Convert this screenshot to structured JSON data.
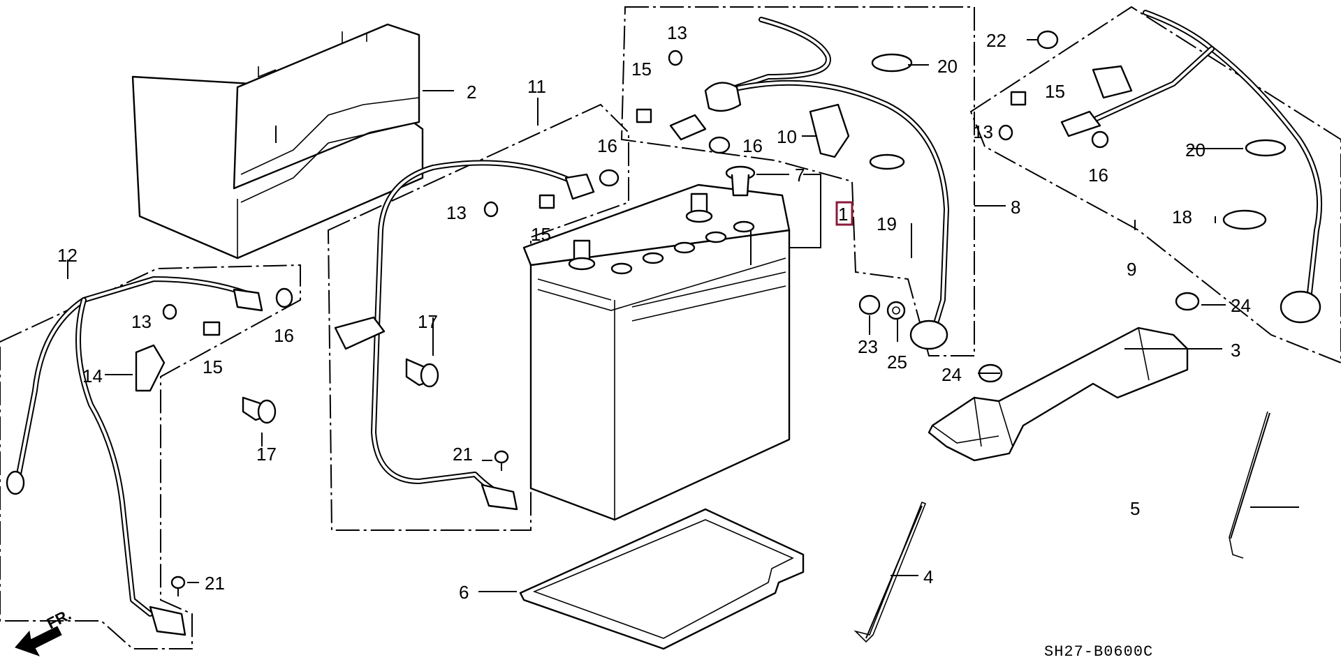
{
  "diagram": {
    "drawing_code": "SH27-B0600C",
    "front_arrow_label": "FR.",
    "highlight_color": "#8b1a3a",
    "callouts": [
      {
        "id": "c1",
        "label": "1",
        "highlighted": true
      },
      {
        "id": "c2",
        "label": "2"
      },
      {
        "id": "c3",
        "label": "3"
      },
      {
        "id": "c4",
        "label": "4"
      },
      {
        "id": "c5",
        "label": "5"
      },
      {
        "id": "c6",
        "label": "6"
      },
      {
        "id": "c7",
        "label": "7"
      },
      {
        "id": "c8",
        "label": "8"
      },
      {
        "id": "c9",
        "label": "9"
      },
      {
        "id": "c10",
        "label": "10"
      },
      {
        "id": "c11",
        "label": "11"
      },
      {
        "id": "c12",
        "label": "12"
      },
      {
        "id": "c13a",
        "label": "13"
      },
      {
        "id": "c13b",
        "label": "13"
      },
      {
        "id": "c13c",
        "label": "13"
      },
      {
        "id": "c13d",
        "label": "13"
      },
      {
        "id": "c14",
        "label": "14"
      },
      {
        "id": "c15a",
        "label": "15"
      },
      {
        "id": "c15b",
        "label": "15"
      },
      {
        "id": "c15c",
        "label": "15"
      },
      {
        "id": "c15d",
        "label": "15"
      },
      {
        "id": "c16a",
        "label": "16"
      },
      {
        "id": "c16b",
        "label": "16"
      },
      {
        "id": "c16c",
        "label": "16"
      },
      {
        "id": "c16d",
        "label": "16"
      },
      {
        "id": "c17a",
        "label": "17"
      },
      {
        "id": "c17b",
        "label": "17"
      },
      {
        "id": "c18",
        "label": "18"
      },
      {
        "id": "c19",
        "label": "19"
      },
      {
        "id": "c20a",
        "label": "20"
      },
      {
        "id": "c20b",
        "label": "20"
      },
      {
        "id": "c21a",
        "label": "21"
      },
      {
        "id": "c21b",
        "label": "21"
      },
      {
        "id": "c22",
        "label": "22"
      },
      {
        "id": "c23",
        "label": "23"
      },
      {
        "id": "c24a",
        "label": "24"
      },
      {
        "id": "c24b",
        "label": "24"
      },
      {
        "id": "c25",
        "label": "25"
      }
    ]
  }
}
